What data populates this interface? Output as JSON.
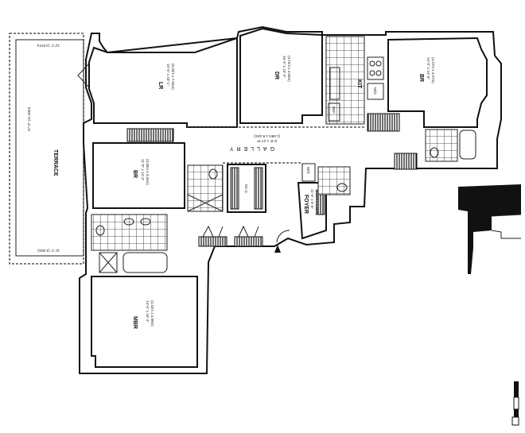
{
  "plan": {
    "rooms": {
      "terrace": {
        "label": "TERRACE",
        "dim_long": "37'-5\" (11.40m)",
        "dim_top": "12'-1\" (3.67m)",
        "dim_bottom": "11'-1\" (3.38m)"
      },
      "living": {
        "label": "LR",
        "dim": "16'-6\" x 23'-1\"",
        "dim_m": "(5.03m x 7.04m)"
      },
      "dining": {
        "label": "DR",
        "dim": "15'-6\" x 13'-3\"",
        "dim_m": "(4.72m x 4.04m)"
      },
      "kitchen": {
        "label": "KIT",
        "wd": "W/D",
        "refrigerator": "REF"
      },
      "bedroom_right": {
        "label": "BR",
        "dim": "14'-0\" x 14'-0\"",
        "dim_m": "(4.27m x 4.27m)"
      },
      "gallery": {
        "label": "GALLERY",
        "dim": "5'-6\" x 27'-8\"",
        "dim_m": "(1.68m x 8.43m)"
      },
      "bedroom_left": {
        "label": "BR",
        "dim": "11'-0\" x 14'-3\"",
        "dim_m": "(3.35m x 4.34m)"
      },
      "walk_in_closet": {
        "label": "W.I.C."
      },
      "foyer": {
        "label": "FOYER",
        "dim": "11'-6\" x 5'-5\"",
        "dim_m": "(3.51m x 1.65m)"
      },
      "washer": {
        "label": "W/D"
      },
      "master_bedroom": {
        "label": "MBR",
        "dim": "14'-6\" x 16'-4\"",
        "dim_m": "(4.42m x 4.98m)"
      }
    }
  }
}
